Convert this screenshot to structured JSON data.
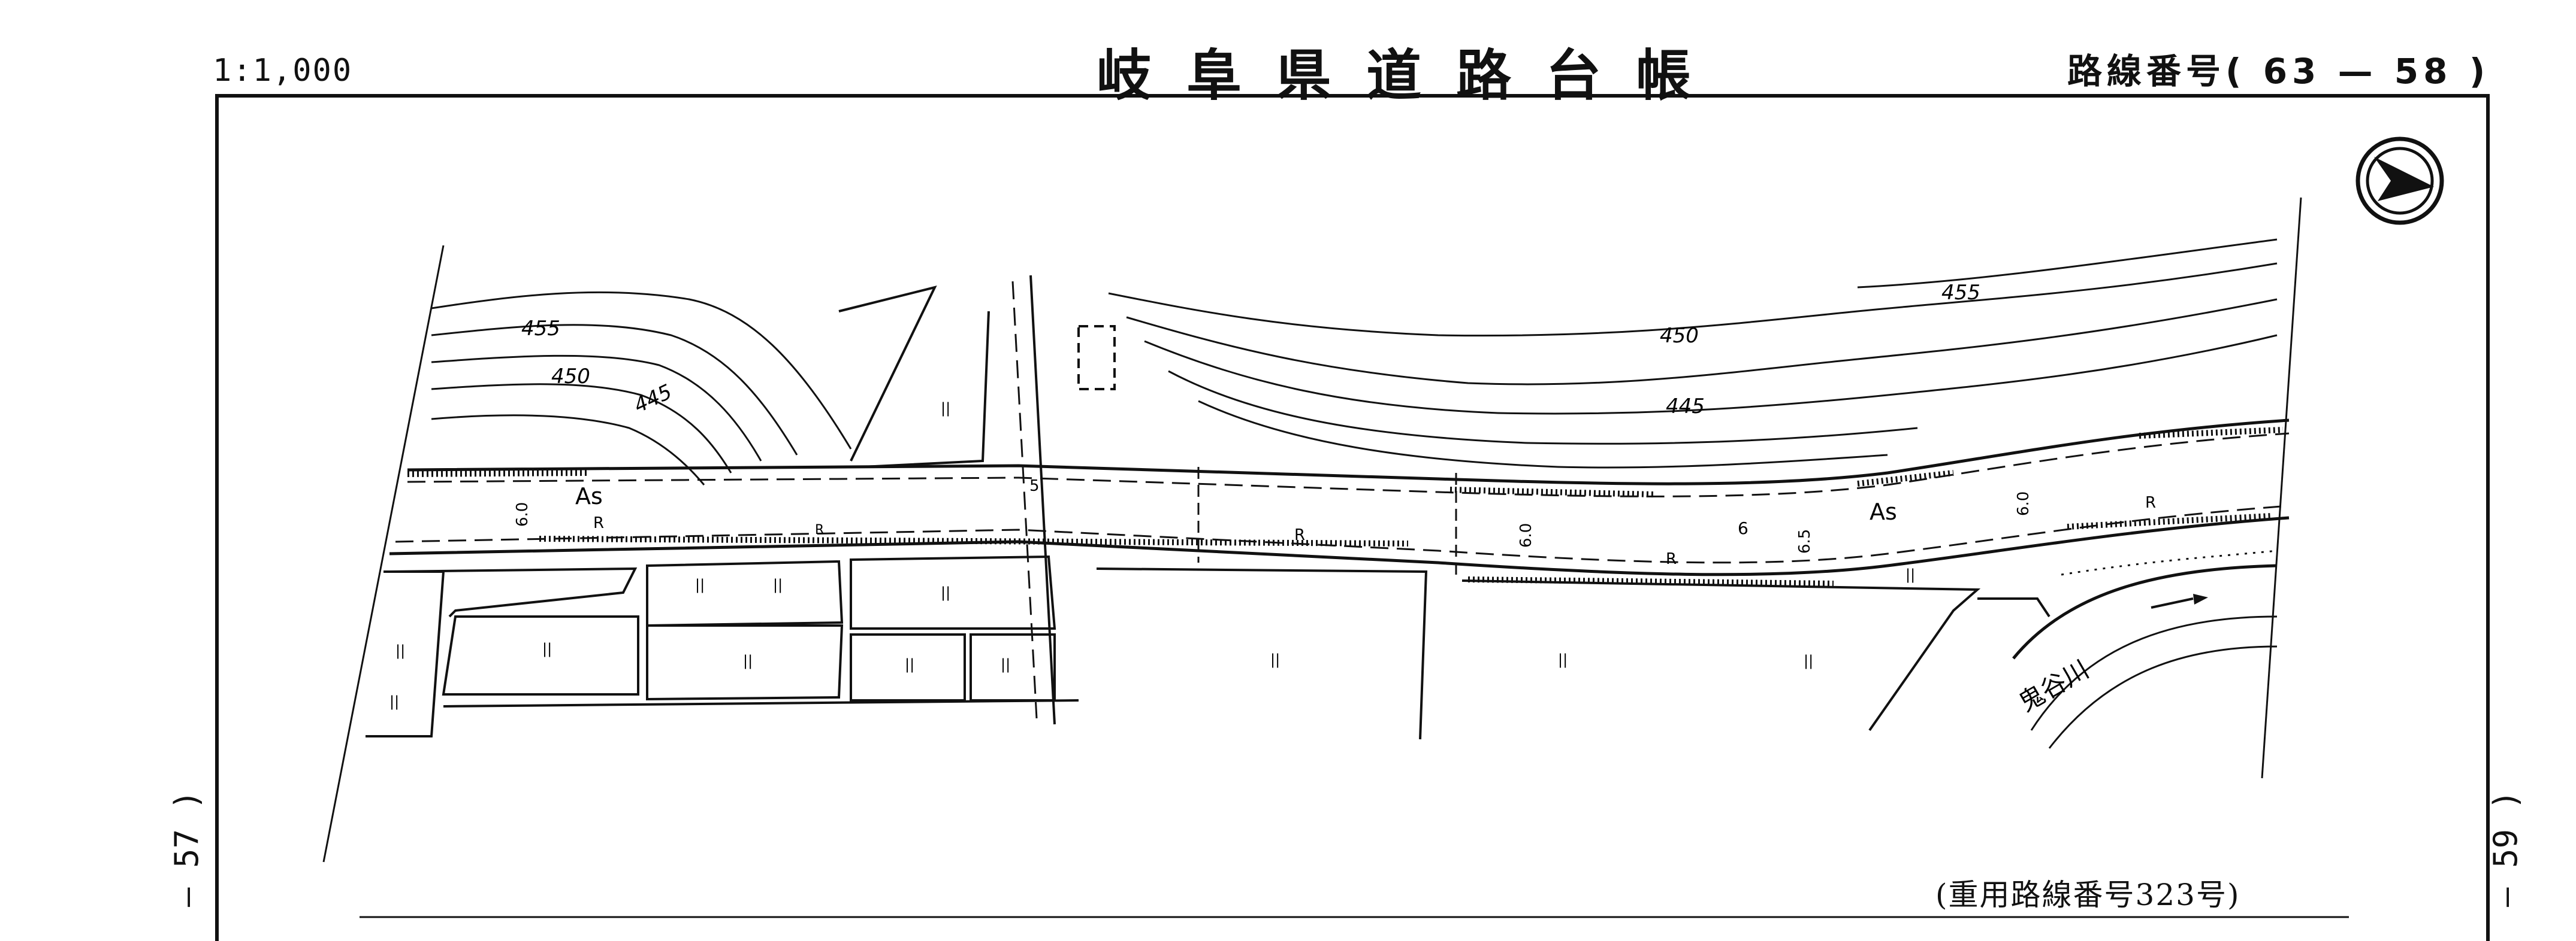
{
  "header": {
    "scale": "1:1,000",
    "title": "岐阜県道路台帳",
    "route_number": "路線番号( 63 — 58 )"
  },
  "page_numbers": {
    "left": "— 57 )",
    "right": "— 59 )"
  },
  "overlap_note": "(重用路線番号323号)",
  "map": {
    "contours": [
      "455",
      "450",
      "445",
      "455",
      "450",
      "445"
    ],
    "pavement_labels": [
      "As",
      "As"
    ],
    "road_marks": [
      "R",
      "R",
      "R",
      "R",
      "R"
    ],
    "widths": [
      "6.0",
      "6.0",
      "6",
      "6.5",
      "6.0",
      "5"
    ],
    "river_name": "鬼谷川",
    "field_marks": [
      "||",
      "||",
      "||",
      "||",
      "||",
      "||",
      "||",
      "||",
      "||",
      "||",
      "||",
      "||",
      "||",
      "||"
    ],
    "north_icon": "north-arrow-icon"
  }
}
